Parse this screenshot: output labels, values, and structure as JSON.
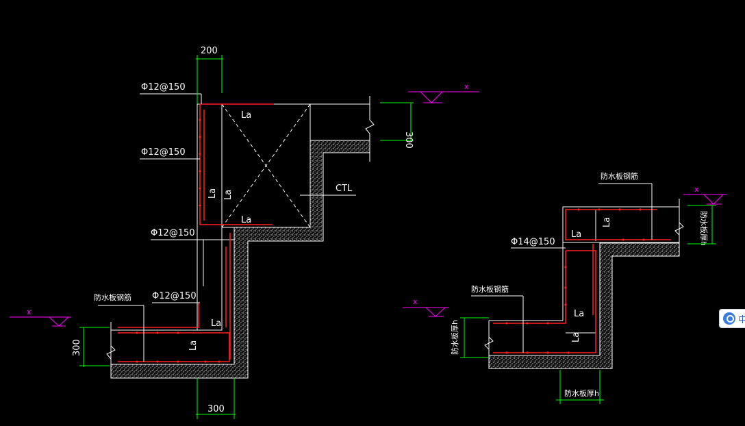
{
  "left_detail": {
    "dim_top": "200",
    "dim_bottom": "300",
    "dim_left": "300",
    "dim_right": "300",
    "rebar_1": "Φ12@150",
    "rebar_2": "Φ12@150",
    "rebar_3": "Φ12@150",
    "rebar_4": "Φ12@150",
    "la_1": "La",
    "la_2": "La",
    "la_3": "La",
    "la_4": "La",
    "la_5": "La",
    "la_6": "La",
    "ctl": "CTL",
    "waterproof_rebar": "防水板钢筋",
    "level_mark": "x"
  },
  "right_detail": {
    "waterproof_rebar_top": "防水板钢筋",
    "waterproof_rebar_mid": "防水板钢筋",
    "rebar_1": "Φ14@150",
    "la_1": "La",
    "la_2": "La",
    "la_3": "La",
    "la_4": "La",
    "thickness_right": "防水板厚h",
    "thickness_left": "防水板厚h",
    "thickness_bottom": "防水板厚h",
    "level_mark_1": "x",
    "level_mark_2": "x"
  },
  "side_widget": {
    "label": "中",
    "icon": "user-avatar-icon"
  },
  "colors": {
    "background": "#000000",
    "rebar": "#ff2020",
    "dimension": "#00ff00",
    "leader": "#ffffff",
    "level": "#ff00ff",
    "concrete": "#d8d8d8"
  }
}
